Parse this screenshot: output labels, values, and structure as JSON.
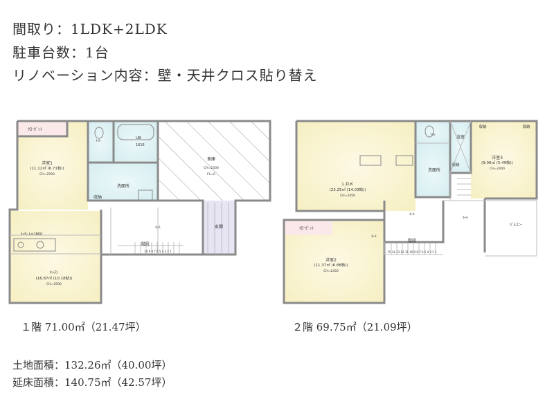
{
  "header": {
    "layout": "間取り：1LDK+2LDK",
    "parking": "駐車台数：1台",
    "renovation": "リノベーション内容：壁・天井クロス貼り替え"
  },
  "floor1": {
    "caption": "１階 71.00㎡（21.47坪）",
    "rooms": {
      "closet": "ｸﾛｰｾﾞｯﾄ",
      "western1": "洋室1",
      "western1_area": "(11.12㎡ (6.71帖))",
      "western1_ch": "CH=2500",
      "toilet": "ﾄｲﾚ",
      "ub": "UB",
      "ub_size": "1616",
      "garage": "車庫",
      "garage_ch": "CH=2300",
      "garage_fl": "FL=0",
      "wash": "洗面所",
      "storage": "収納",
      "kitchen_unit": "ｷｯﾁﾝ L=1800",
      "kitchen": "ｷｯﾁﾝ",
      "kitchen_area": "(16.87㎡ (10.18帖))",
      "kitchen_ch": "CH=2500",
      "hall": "ﾎｰﾙ",
      "stairs": "階段",
      "entrance": "玄関",
      "stair_numbers": "10 9 8 7 6 5 4 3 2 1"
    }
  },
  "floor2": {
    "caption": "２階 69.75㎡（21.09坪）",
    "rooms": {
      "ldk": "L.D.K",
      "ldk_area": "(23.25㎡ (14.03帖))",
      "ldk_ch": "CH=2450",
      "toilet": "ﾄｲﾚ",
      "bath": "浴室",
      "wash": "洗面所",
      "storage1": "収納",
      "storage2": "収納",
      "storage3": "収納",
      "western3": "洋室3",
      "western3_area": "(9.06㎡ (5.49帖))",
      "western3_ch": "CH=2400",
      "hall1": "ﾎｰﾙ",
      "hall2": "ﾎｰﾙ",
      "hall3": "ﾎｰﾙ",
      "balcony": "ﾊﾞﾙｺﾆｰ",
      "closet": "ｸﾛｰｾﾞｯﾄ",
      "western2": "洋室2",
      "western2_area": "(11.37㎡ (6.88帖))",
      "western2_ch": "CH=2450",
      "stairs": "階段",
      "stair_numbers": "15 14 13 12 11 10 9 8 7 6 5 4 3 2 1"
    }
  },
  "totals": {
    "land": "土地面積：132.26㎡（40.00坪）",
    "floor": "延床面積：140.75㎡（42.57坪）"
  },
  "colors": {
    "wall": "#8a8a8a",
    "room_fill": "#fbf6d8",
    "wet_fill": "#dff1f3",
    "entrance_fill": "#e7e4f4",
    "garage_hatch": "#9a9a9a"
  }
}
